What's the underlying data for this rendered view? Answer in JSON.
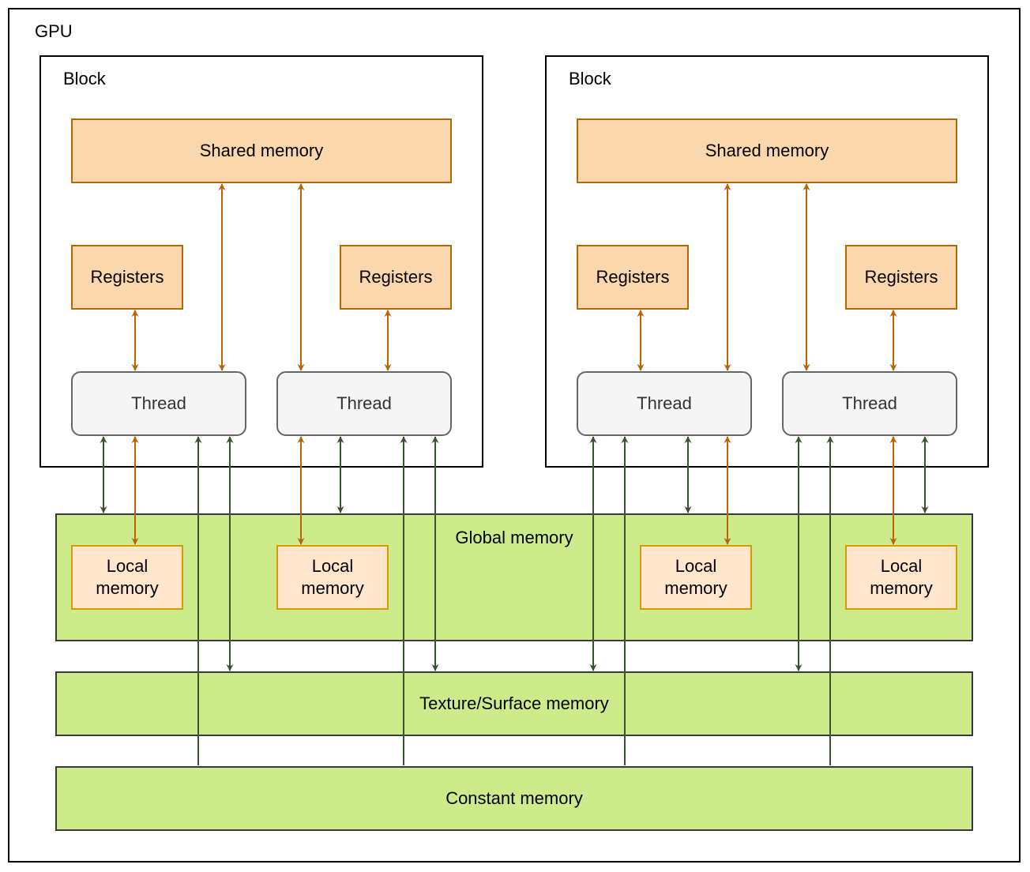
{
  "gpu": {
    "label": "GPU"
  },
  "blocks": [
    {
      "label": "Block",
      "shared_memory": "Shared memory",
      "registers": [
        "Registers",
        "Registers"
      ],
      "threads": [
        "Thread",
        "Thread"
      ]
    },
    {
      "label": "Block",
      "shared_memory": "Shared memory",
      "registers": [
        "Registers",
        "Registers"
      ],
      "threads": [
        "Thread",
        "Thread"
      ]
    }
  ],
  "global_memory": {
    "label": "Global memory",
    "local_memory": [
      "Local memory",
      "Local memory",
      "Local memory",
      "Local memory"
    ]
  },
  "texture_memory": {
    "label": "Texture/Surface memory"
  },
  "constant_memory": {
    "label": "Constant memory"
  },
  "colors": {
    "orange_arrow": "#b46504",
    "green_arrow": "#3a5431",
    "memory_green": "#cdeb8b",
    "memory_orange": "#fad7ac",
    "local_memory": "#ffe6cc",
    "thread": "#f5f5f5"
  }
}
